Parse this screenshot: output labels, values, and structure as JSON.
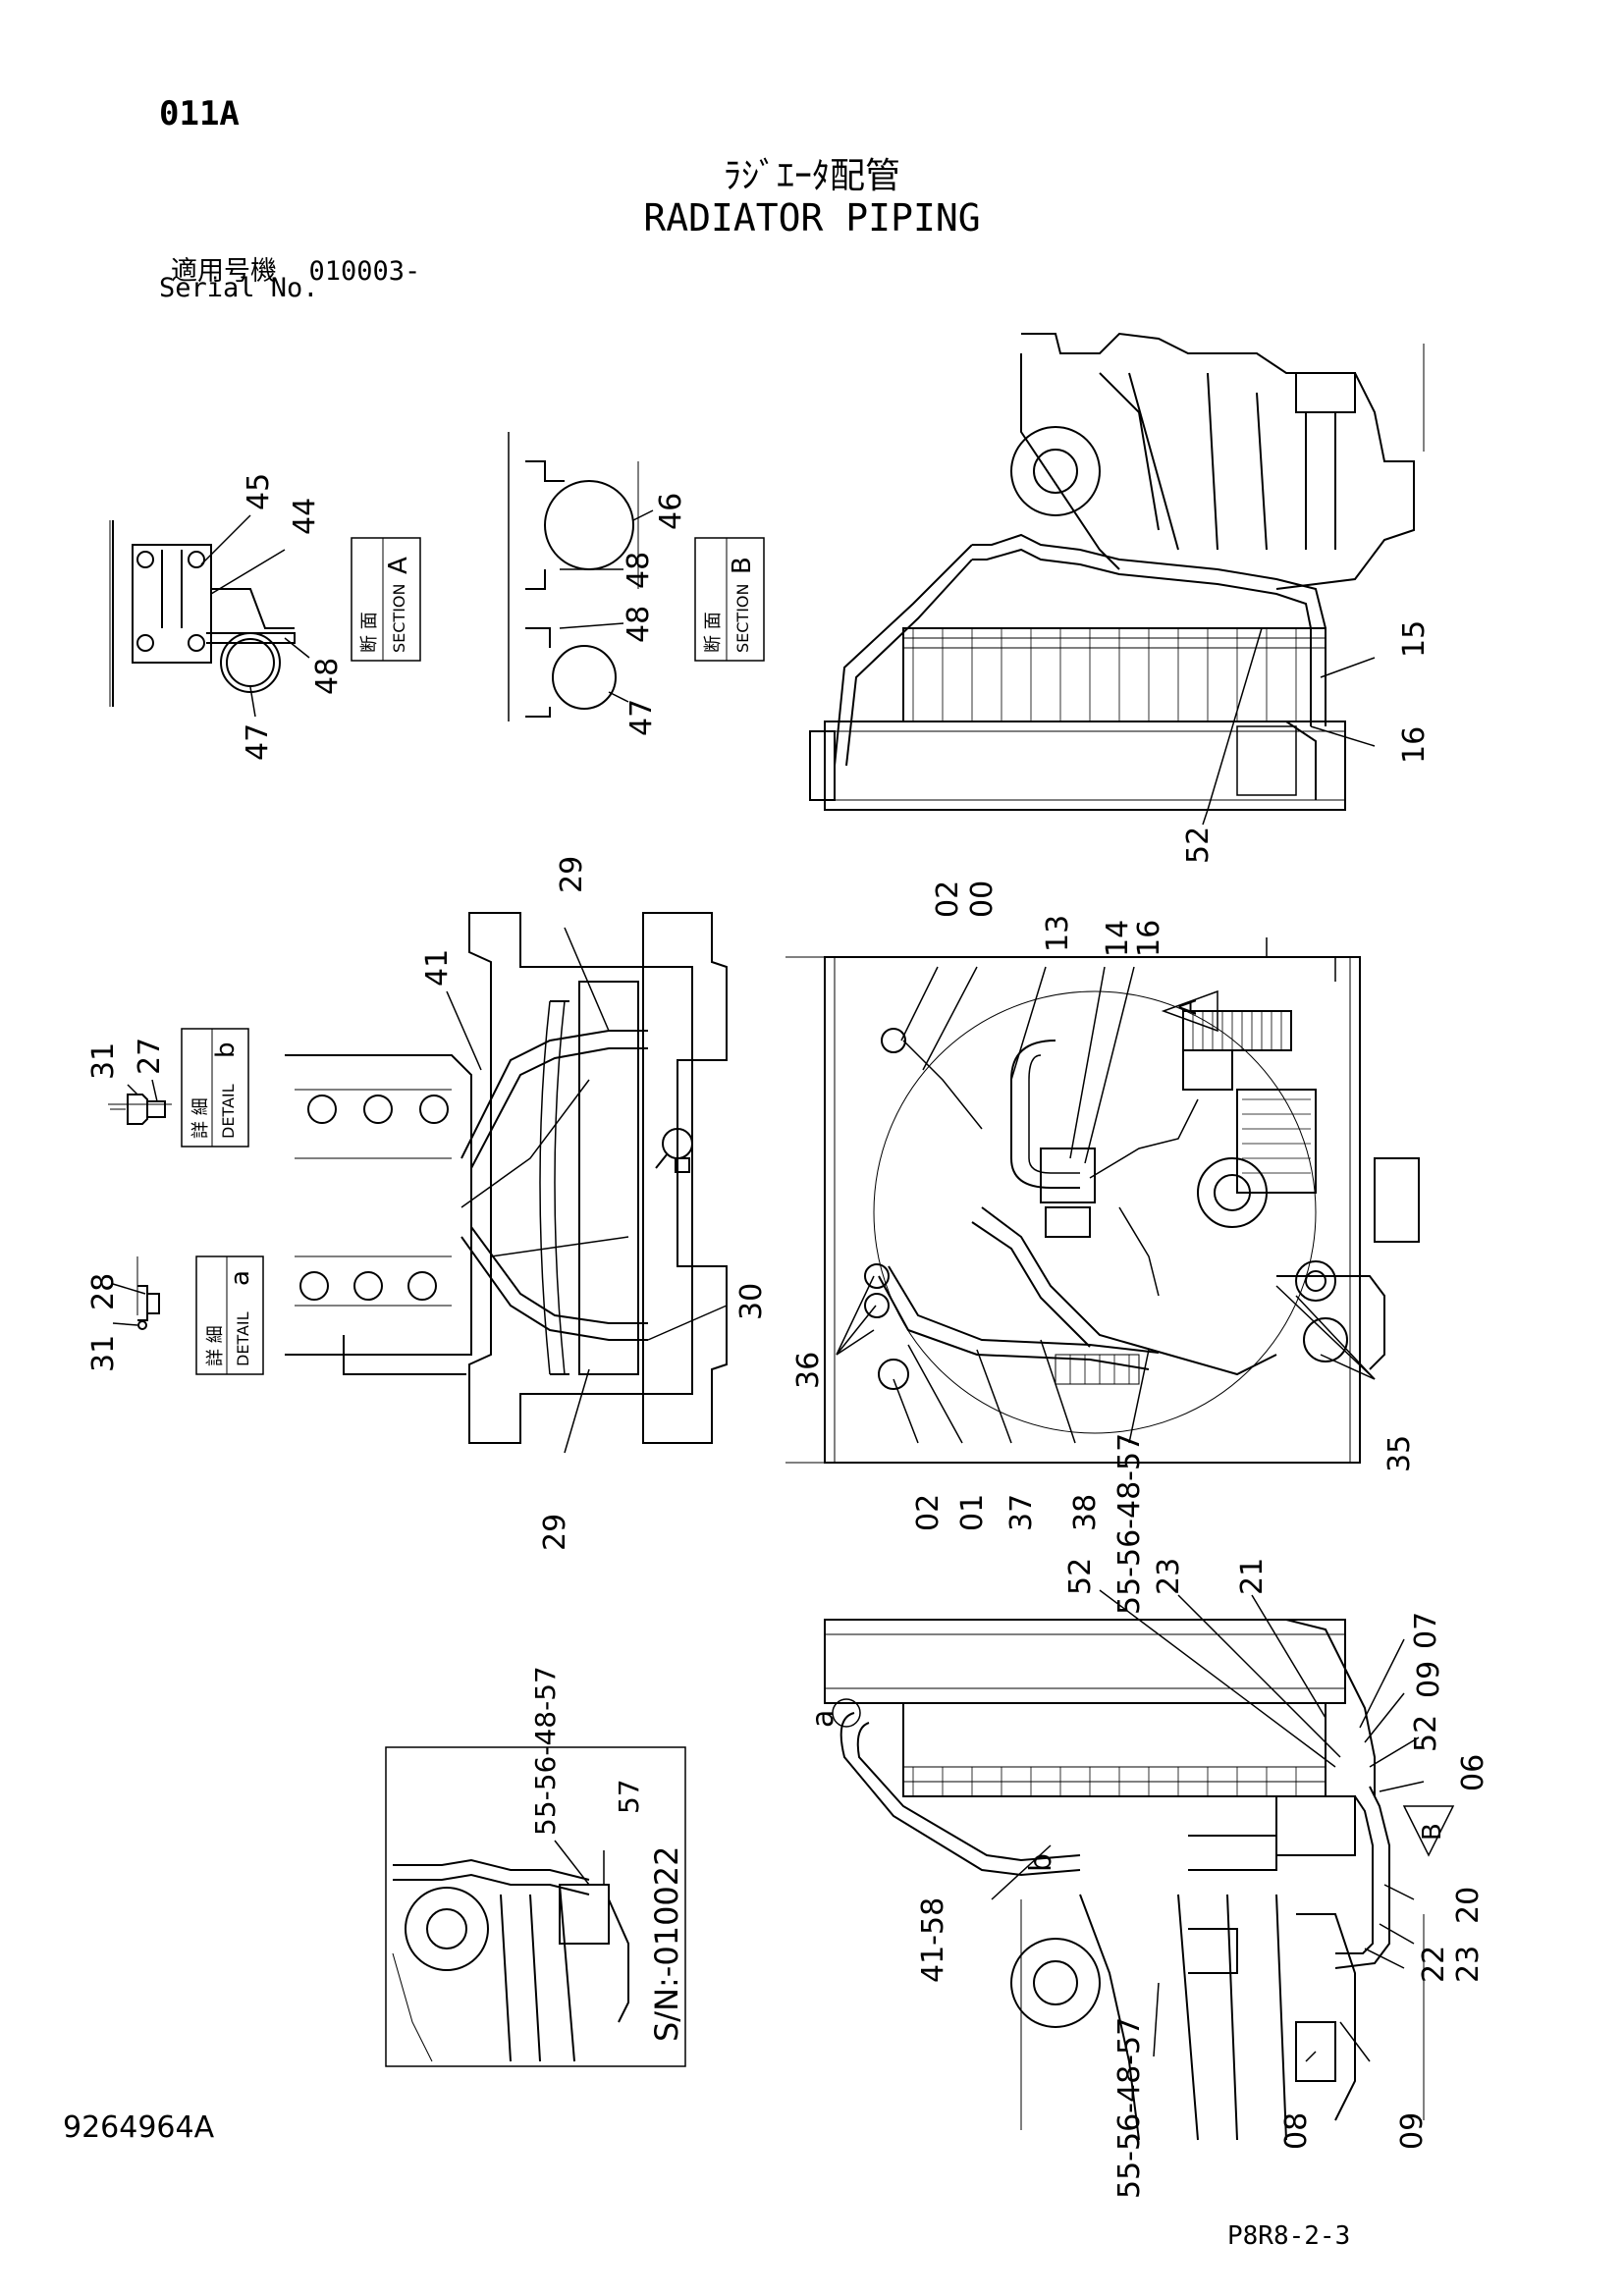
{
  "header": {
    "page_code": "011A",
    "title_jp": "ﾗｼﾞｴｰﾀ配管",
    "title_en": "RADIATOR PIPING",
    "serial_jp": "適用号機  010003-",
    "serial_en": "Serial No."
  },
  "section_a": {
    "jp": "断 面",
    "en": "SECTION",
    "letter": "A"
  },
  "section_b": {
    "jp": "断 面",
    "en": "SECTION",
    "letter": "B"
  },
  "detail_a": {
    "jp": "詳 細",
    "en": "DETAIL",
    "letter": "a"
  },
  "detail_b": {
    "jp": "詳 細",
    "en": "DETAIL",
    "letter": "b"
  },
  "callouts": {
    "c45": "45",
    "c44": "44",
    "c48a": "48",
    "c47a": "47",
    "c46": "46",
    "c48b": "48",
    "c48c": "48",
    "c47b": "47",
    "c15": "15",
    "c16a": "16",
    "c52a": "52",
    "c29a": "29",
    "c41a": "41",
    "c30": "30",
    "c29b": "29",
    "c31a": "31",
    "c27": "27",
    "c31b": "31",
    "c28": "28",
    "c02a": "02",
    "c00": "00",
    "c13": "13",
    "c14": "14",
    "c16b": "16",
    "c36": "36",
    "c35": "35",
    "c02b": "02",
    "c01": "01",
    "c37": "37",
    "c38": "38",
    "c55a": "55-56-48-57",
    "c52b": "52",
    "c23a": "23",
    "c21": "21",
    "c07": "07",
    "c09a": "09",
    "c52c": "52",
    "c06": "06",
    "c20": "20",
    "c23b": "23",
    "c22": "22",
    "c41b": "41-58",
    "c55b": "55-56-48-57",
    "c08": "08",
    "c09b": "09",
    "c55c": "55-56-48-57",
    "c57": "57",
    "sn": "S/N:-010022",
    "arrow_a": "A",
    "arrow_b": "B",
    "detail_mark_a": "a",
    "detail_mark_b": "b"
  },
  "footer": {
    "doc_number": "9264964A",
    "page_ref": "P8R8-2-3"
  }
}
